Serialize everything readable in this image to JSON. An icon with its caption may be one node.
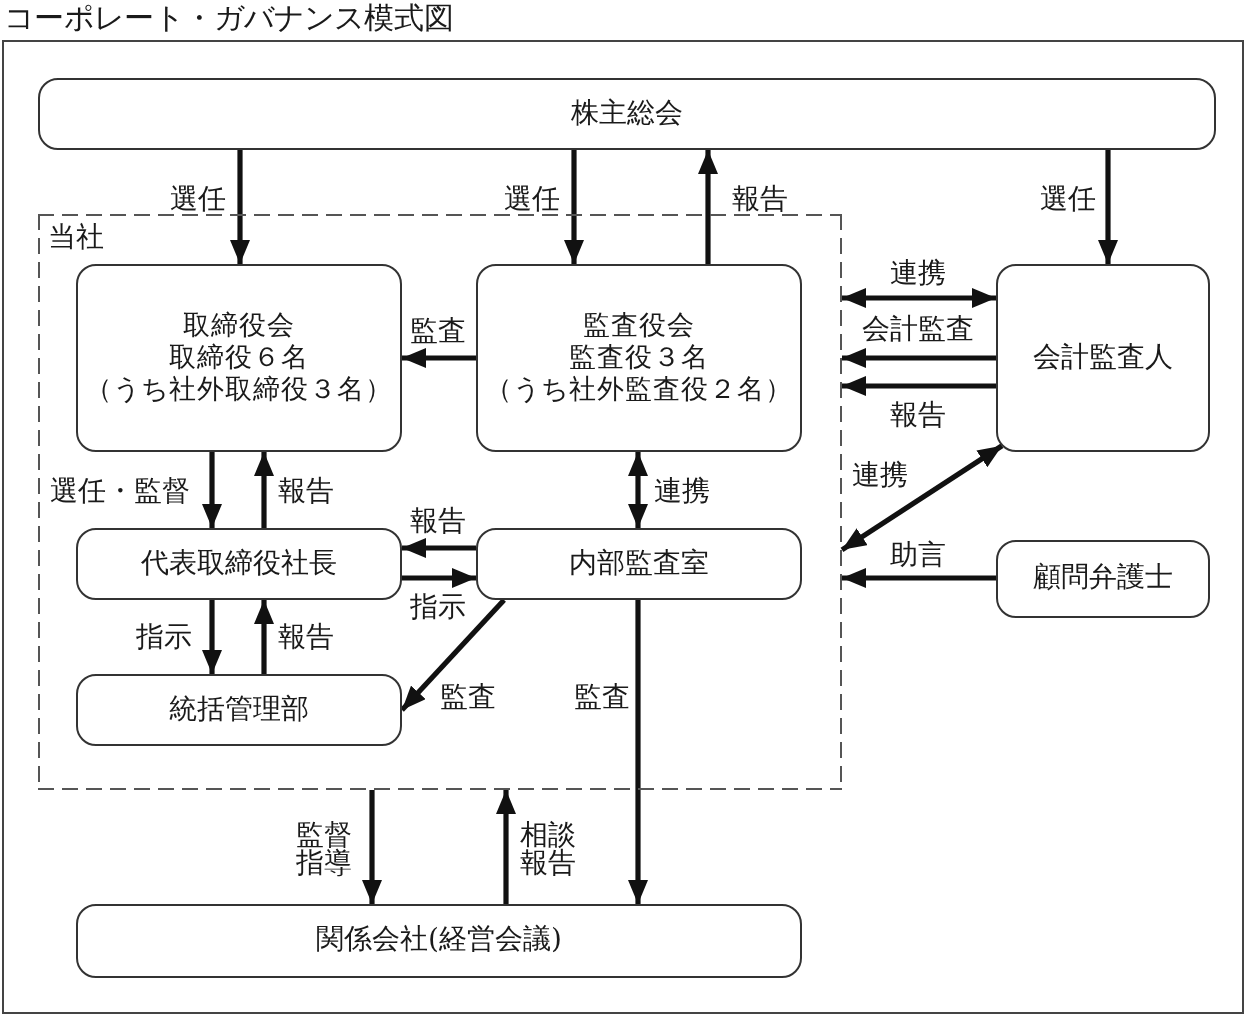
{
  "diagram": {
    "title": "コーポレート・ガバナンス模式図",
    "nodes": [
      {
        "text": [
          "株主総会"
        ]
      },
      {
        "text": [
          "当社"
        ]
      },
      {
        "text": [
          "取締役会",
          "取締役６名",
          "（うち社外取締役３名）"
        ],
        "in": 1
      },
      {
        "text": [
          "監査役会",
          "監査役３名",
          "（うち社外監査役２名）"
        ],
        "in": 1
      },
      {
        "text": [
          "会計監査人"
        ]
      },
      {
        "text": [
          "代表取締役社長"
        ],
        "in": 1
      },
      {
        "text": [
          "内部監査室"
        ],
        "in": 1
      },
      {
        "text": [
          "顧問弁護士"
        ]
      },
      {
        "text": [
          "統括管理部"
        ],
        "in": 1
      },
      {
        "text": [
          "関係会社(経営会議)"
        ]
      }
    ],
    "edges": [
      {
        "from": 0,
        "to": 2,
        "arrow": "to",
        "label": "選任"
      },
      {
        "from": 0,
        "to": 3,
        "arrow": "to",
        "label": "選任"
      },
      {
        "from": 3,
        "to": 0,
        "arrow": "to",
        "label": "報告"
      },
      {
        "from": 0,
        "to": 4,
        "arrow": "to",
        "label": "選任"
      },
      {
        "from": 3,
        "to": 2,
        "arrow": "to",
        "label": "監査"
      },
      {
        "from": 2,
        "to": 5,
        "arrow": "to",
        "label": "選任・監督"
      },
      {
        "from": 5,
        "to": 2,
        "arrow": "to",
        "label": "報告"
      },
      {
        "from": 3,
        "to": 6,
        "arrow": "both",
        "label": "連携"
      },
      {
        "from": 4,
        "to": 1,
        "arrow": "both",
        "label": "連携"
      },
      {
        "from": 4,
        "to": 1,
        "arrow": "to",
        "label": "会計監査"
      },
      {
        "from": 4,
        "to": 1,
        "arrow": "to",
        "label": "報告"
      },
      {
        "from": 6,
        "to": 5,
        "arrow": "to",
        "label": "報告"
      },
      {
        "from": 5,
        "to": 6,
        "arrow": "to",
        "label": "指示"
      },
      {
        "from": 4,
        "to": 1,
        "arrow": "both",
        "label": "連携"
      },
      {
        "from": 7,
        "to": 1,
        "arrow": "to",
        "label": "助言"
      },
      {
        "from": 5,
        "to": 8,
        "arrow": "to",
        "label": "指示"
      },
      {
        "from": 8,
        "to": 5,
        "arrow": "to",
        "label": "報告"
      },
      {
        "from": 6,
        "to": 8,
        "arrow": "to",
        "label": "監査"
      },
      {
        "from": 6,
        "to": 9,
        "arrow": "to",
        "label": "監査"
      },
      {
        "from": 1,
        "to": 9,
        "arrow": "to",
        "label": "監督指導"
      },
      {
        "from": 9,
        "to": 1,
        "arrow": "to",
        "label": "相談報告"
      }
    ]
  }
}
